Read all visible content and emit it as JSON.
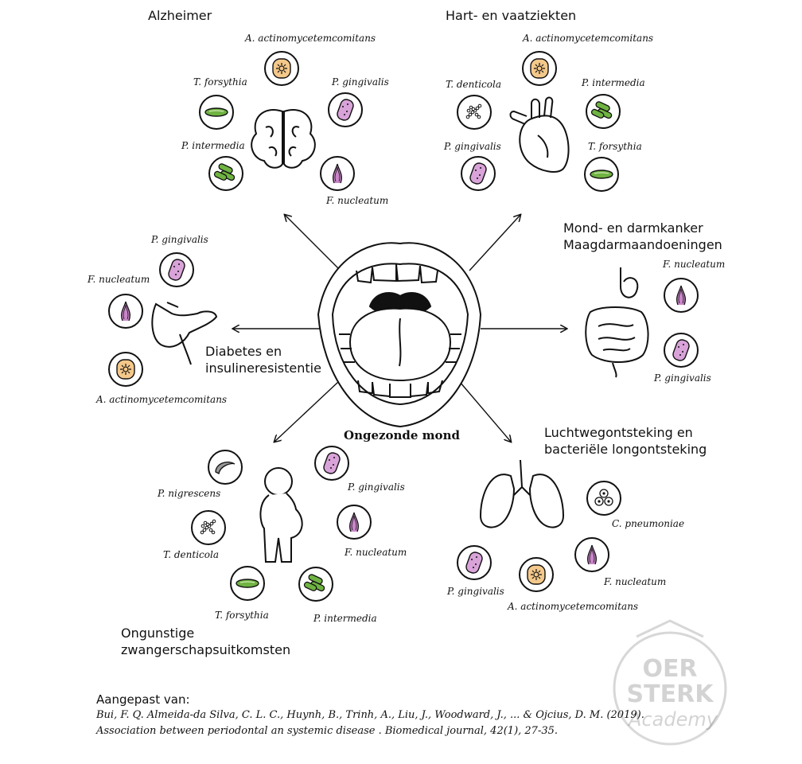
{
  "center": {
    "label": "Ongezonde mond"
  },
  "groups": {
    "alzheimer": {
      "title": "Alzheimer",
      "bacteria": [
        "A. actinomycetemcomitans",
        "T. forsythia",
        "P. gingivalis",
        "P. intermedia",
        "F. nucleatum"
      ]
    },
    "cardio": {
      "title": "Hart- en vaatziekten",
      "bacteria": [
        "A. actinomycetemcomitans",
        "T. denticola",
        "P. intermedia",
        "P. gingivalis",
        "T. forsythia"
      ]
    },
    "cancer": {
      "title_line1": "Mond- en darmkanker",
      "title_line2": "Maagdarmaandoeningen",
      "bacteria": [
        "F. nucleatum",
        "P. gingivalis"
      ]
    },
    "diabetes": {
      "title_line1": "Diabetes en",
      "title_line2": "insulineresistentie",
      "bacteria": [
        "P. gingivalis",
        "F. nucleatum",
        "A. actinomycetemcomitans"
      ]
    },
    "respiratory": {
      "title_line1": "Luchtwegontsteking en",
      "title_line2": "bacteriële longontsteking",
      "bacteria": [
        "C. pneumoniae",
        "F. nucleatum",
        "P. gingivalis",
        "A. actinomycetemcomitans"
      ]
    },
    "pregnancy": {
      "title_line1": "Ongunstige",
      "title_line2": "zwangerschapsuitkomsten",
      "bacteria": [
        "P. gingivalis",
        "P. nigrescens",
        "T. denticola",
        "F. nucleatum",
        "T. forsythia",
        "P. intermedia"
      ]
    }
  },
  "citation": {
    "lead": "Aangepast van:",
    "line1": "Bui, F. Q. Almeida-da Silva, C. L. C., Huynh, B., Trinh, A., Liu, J., Woodward, J., ... & Ojcius, D. M. (2019).",
    "line2": "Association between periodontal an systemic disease . Biomedical journal, 42(1), 27-35."
  },
  "watermark": {
    "line1": "OER",
    "line2": "STERK",
    "line3": "Academy"
  },
  "colors": {
    "aa": "#f3c88a",
    "pg": "#d9a3d9",
    "tf": "#7cbf4a",
    "pi": "#6fb342",
    "fn": "#c986c9",
    "pn": "#999999",
    "td": "#ffffff",
    "cp": "#ffffff"
  },
  "icons": {
    "center": "open-mouth-icon",
    "alzheimer": "brain-icon",
    "cardio": "heart-icon",
    "cancer": "intestine-icon",
    "diabetes": "pancreas-icon",
    "respiratory": "lungs-icon",
    "pregnancy": "pregnant-woman-icon"
  }
}
